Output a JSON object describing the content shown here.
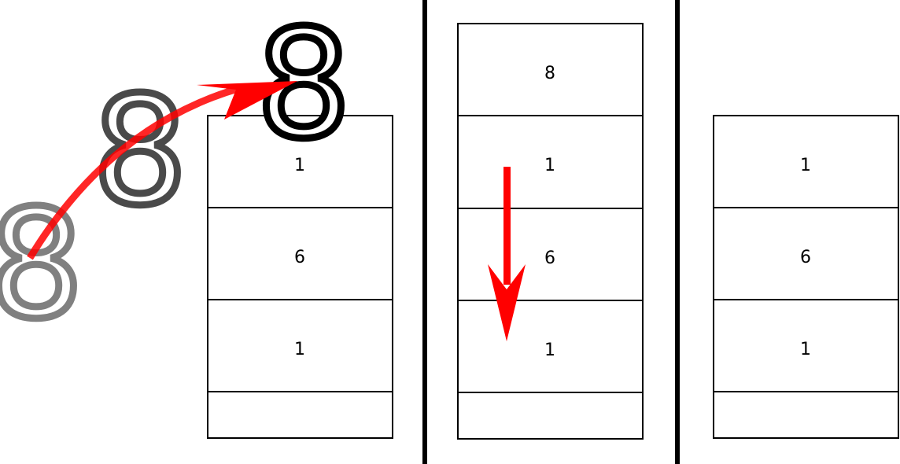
{
  "panels": [
    {
      "cells": [
        "1",
        "6",
        "1",
        ""
      ],
      "incoming_value": "8",
      "incoming_trail_colors": [
        "#808080",
        "#4a4a4a",
        "#000000"
      ]
    },
    {
      "cells": [
        "8",
        "1",
        "6",
        "1",
        ""
      ]
    },
    {
      "cells": [
        "1",
        "6",
        "1",
        ""
      ]
    }
  ],
  "colors": {
    "arrow": "#ff0000",
    "divider": "#000000",
    "cell_border": "#000000"
  }
}
